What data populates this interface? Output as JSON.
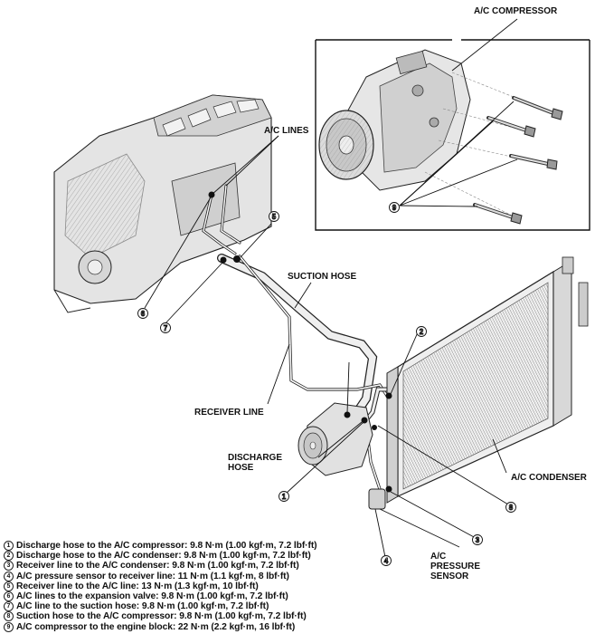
{
  "labels": {
    "ac_compressor_title": "A/C COMPRESSOR",
    "ac_lines": "A/C LINES",
    "suction_hose": "SUCTION HOSE",
    "receiver_line": "RECEIVER LINE",
    "discharge_hose": "DISCHARGE HOSE",
    "ac_condenser": "A/C CONDENSER",
    "ac_pressure_sensor": "A/C PRESSURE SENSOR"
  },
  "callouts": [
    "1",
    "2",
    "3",
    "4",
    "5",
    "6",
    "7",
    "8",
    "9"
  ],
  "legend": [
    {
      "num": "1",
      "text": "Discharge hose to the A/C compressor: 9.8 N·m (1.00 kgf·m, 7.2 lbf·ft)"
    },
    {
      "num": "2",
      "text": "Discharge hose to the A/C condenser: 9.8 N·m (1.00 kgf·m, 7.2 lbf·ft)"
    },
    {
      "num": "3",
      "text": "Receiver line to the A/C condenser: 9.8 N·m (1.00 kgf·m, 7.2 lbf·ft)"
    },
    {
      "num": "4",
      "text": "A/C pressure sensor to receiver line: 11 N·m (1.1 kgf·m, 8 lbf·ft)"
    },
    {
      "num": "5",
      "text": "Receiver line to the A/C line: 13 N·m (1.3 kgf·m, 10 lbf·ft)"
    },
    {
      "num": "6",
      "text": "A/C lines to the expansion valve: 9.8 N·m (1.00 kgf·m, 7.2 lbf·ft)"
    },
    {
      "num": "7",
      "text": "A/C line to the suction hose: 9.8 N·m (1.00 kgf·m, 7.2 lbf·ft)"
    },
    {
      "num": "8",
      "text": "Suction hose to the A/C compressor: 9.8 N·m (1.00 kgf·m, 7.2 lbf·ft)"
    },
    {
      "num": "9",
      "text": "A/C compressor to the engine block: 22 N·m (2.2 kgf·m, 16 lbf·ft)"
    }
  ]
}
